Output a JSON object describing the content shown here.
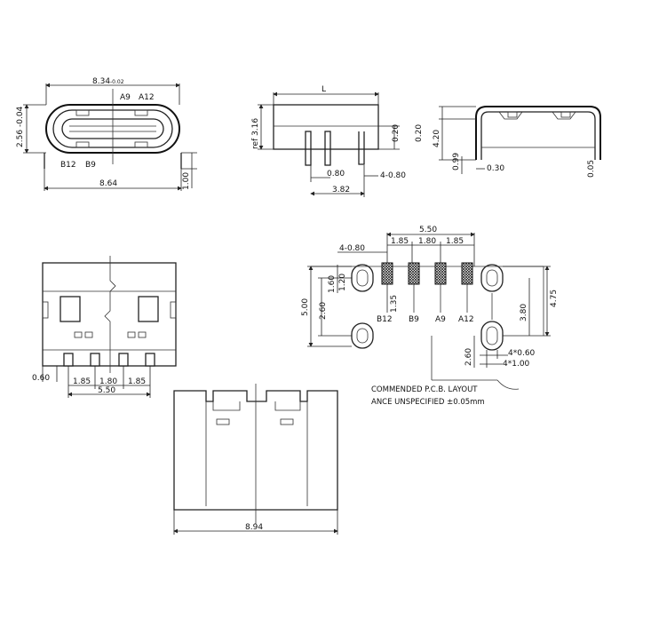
{
  "top_view": {
    "width_top": "8.34",
    "width_top_tol": "-0.02",
    "height_left": "2.56",
    "height_left_tol": "-0.04",
    "pin_a9": "A9",
    "pin_a12": "A12",
    "pin_b12": "B12",
    "pin_b9": "B9",
    "width_bottom": "8.64",
    "leg_height": "1.00"
  },
  "side_view": {
    "length_label": "L",
    "ref_height": "ref 3.16",
    "dim_top": "0.20",
    "dim_0_80": "0.80",
    "dim_3_82": "3.82",
    "dim_4x0_80": "4-0.80"
  },
  "end_view": {
    "dim_0_20": "0.20",
    "dim_4_20": "4.20",
    "dim_0_99": "0.99",
    "dim_0_30": "0.30",
    "dim_0_05": "0.05"
  },
  "front_view": {
    "dim_0_60": "0.60",
    "dim_1_85a": "1.85",
    "dim_1_80": "1.80",
    "dim_1_85b": "1.85",
    "dim_5_50": "5.50"
  },
  "bottom_view": {
    "width": "8.94"
  },
  "pcb_layout": {
    "dim_5_50": "5.50",
    "dim_4x0_80": "4-0.80",
    "dim_1_85a": "1.85",
    "dim_1_80": "1.80",
    "dim_1_85b": "1.85",
    "dim_5_00": "5.00",
    "dim_1_60": "1.60",
    "dim_1_20": "1.20",
    "dim_2_60": "2.60",
    "dim_1_35": "1.35",
    "pin_b12": "B12",
    "pin_b9": "B9",
    "pin_a9": "A9",
    "pin_a12": "A12",
    "dim_3_80": "3.80",
    "dim_4_75": "4.75",
    "dim_2_60_right": "2.60",
    "dim_4x0_60": "4*0.60",
    "dim_4x1_00": "4*1.00",
    "note_title": "COMMENDED  P.C.B. LAYOUT",
    "note_tolerance": "ANCE UNSPECIFIED ±0.05mm"
  }
}
